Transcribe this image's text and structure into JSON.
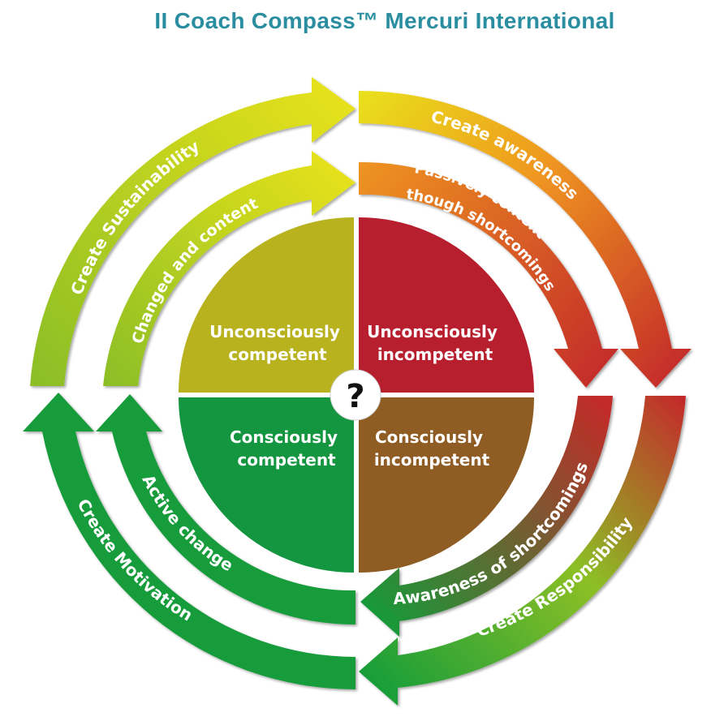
{
  "title": "II Coach Compass™ Mercuri  International",
  "colors": {
    "title": "#2a8ea0",
    "yellow": "#e9e21a",
    "orange": "#ef9520",
    "red": "#c32a2a",
    "green": "#139c3a",
    "lime": "#8cbf26",
    "olive": "#b7b21e",
    "crimson": "#b81f2e",
    "brown": "#8f5d24",
    "quad_green": "#149641"
  },
  "center_symbol": "?",
  "quadrants": {
    "top_left": [
      "Unconsciously",
      "competent"
    ],
    "top_right": [
      "Unconsciously",
      "incompetent"
    ],
    "bottom_left": [
      "Consciously",
      "competent"
    ],
    "bottom_right": [
      "Consciously",
      "incompetent"
    ]
  },
  "outer_ring": {
    "top_right": "Create awareness",
    "bottom_right": "Create Responsibility",
    "bottom_left": "Create Motivation",
    "top_left": "Create Sustainability"
  },
  "inner_ring": {
    "top_right_line1": "Passively content",
    "top_right_line2": "though shortcomings",
    "bottom_right": "Awareness of shortcomings",
    "bottom_left": "Active change",
    "top_left": "Changed and content"
  }
}
